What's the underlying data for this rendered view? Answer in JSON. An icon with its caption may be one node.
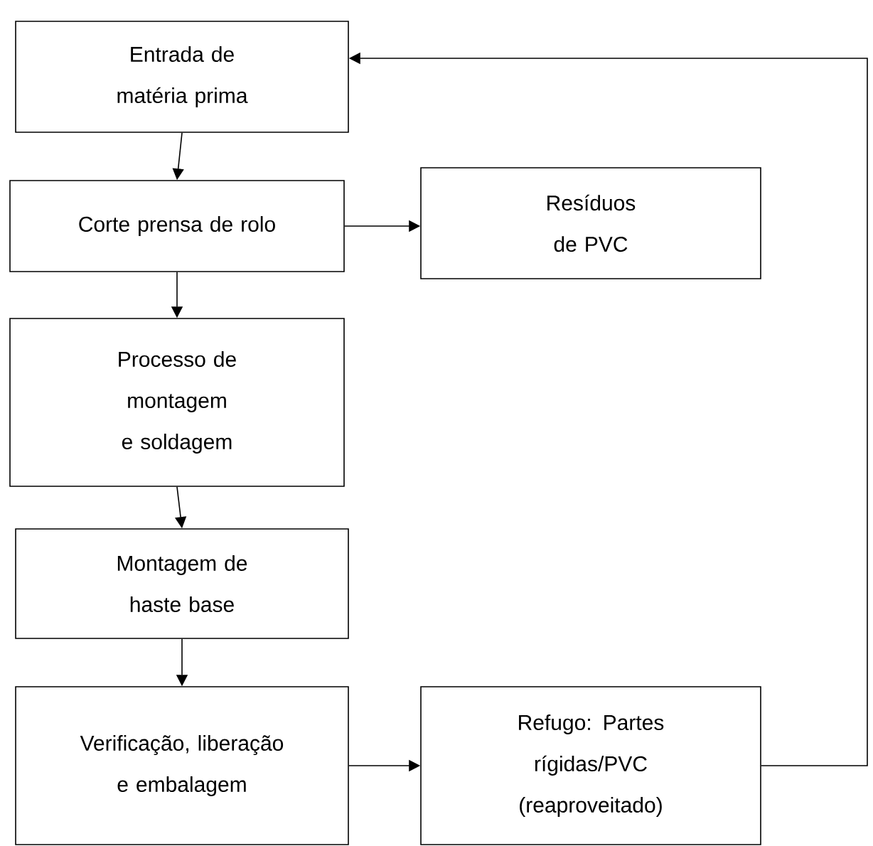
{
  "diagram": {
    "nodes": [
      {
        "text": [
          "Entrada de matéria prima"
        ]
      },
      {
        "text": [
          "Corte prensa de rolo"
        ]
      },
      {
        "text": [
          "Resíduos de PVC"
        ]
      },
      {
        "text": [
          "Processo de montagem e soldagem"
        ]
      },
      {
        "text": [
          "Montagem de haste base"
        ]
      },
      {
        "text": [
          "Verificação, liberação e embalagem"
        ]
      },
      {
        "text": [
          "Refugo: Partes rígidas/PVC (reaproveitado)"
        ]
      }
    ],
    "edges": [
      {
        "from": 0,
        "to": 1,
        "arrow": "to"
      },
      {
        "from": 1,
        "to": 2,
        "arrow": "to"
      },
      {
        "from": 1,
        "to": 3,
        "arrow": "to"
      },
      {
        "from": 3,
        "to": 4,
        "arrow": "to"
      },
      {
        "from": 4,
        "to": 5,
        "arrow": "to"
      },
      {
        "from": 5,
        "to": 6,
        "arrow": "to"
      },
      {
        "from": 6,
        "to": 0,
        "arrow": "to"
      }
    ]
  }
}
